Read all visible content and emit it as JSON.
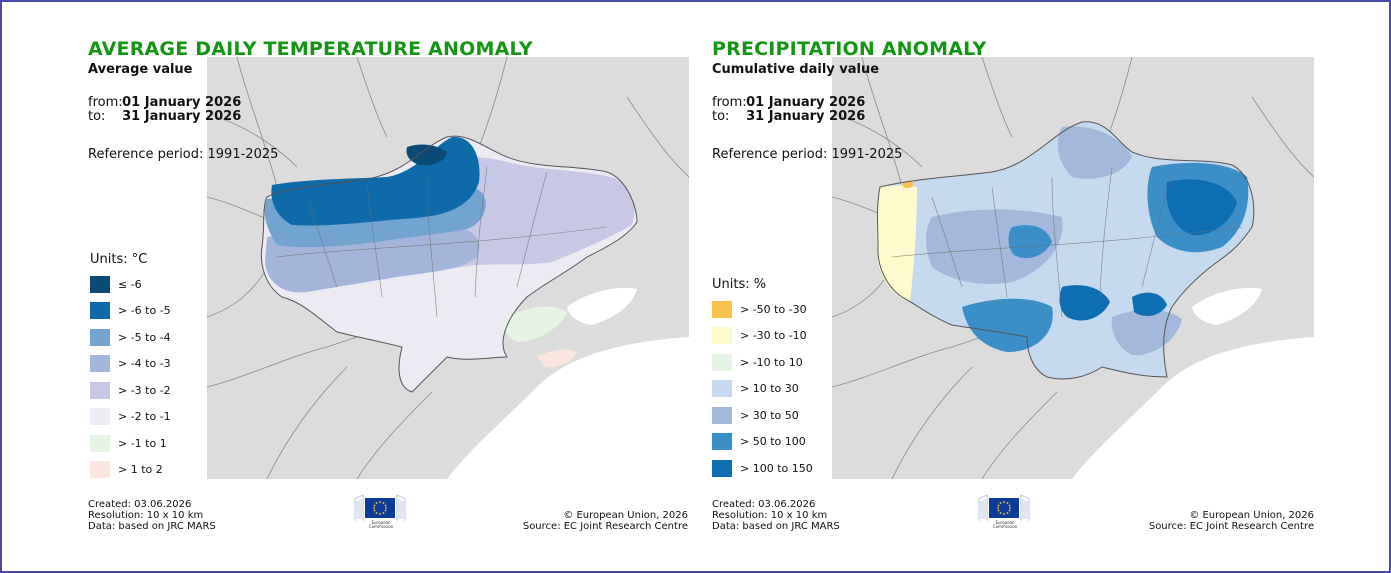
{
  "panels": [
    {
      "title": "AVERAGE DAILY TEMPERATURE ANOMALY",
      "subtitle": "Average value",
      "from_label": "from:",
      "from_value": "01 January 2026",
      "to_label": "to:",
      "to_value": "31 January 2026",
      "reference": "Reference period: 1991-2025",
      "units": "Units: °C",
      "legend": [
        {
          "label": "≤ -6",
          "color": "#0b4a74"
        },
        {
          "label": "> -6 to -5",
          "color": "#0e6aa8"
        },
        {
          "label": "> -5 to -4",
          "color": "#72a4cf"
        },
        {
          "label": "> -4 to -3",
          "color": "#a4b5dc"
        },
        {
          "label": "> -3 to -2",
          "color": "#c8c8e6"
        },
        {
          "label": "> -2 to -1",
          "color": "#ecebf4"
        },
        {
          "label": "> -1 to 1",
          "color": "#e6f4e6"
        },
        {
          "label": "> 1 to 2",
          "color": "#fae6df"
        }
      ],
      "created": "Created: 03.06.2026",
      "resolution": "Resolution: 10 x 10 km",
      "data_source": "Data: based on JRC MARS",
      "copyright": "© European Union, 2026",
      "source": "Source: EC Joint Research Centre",
      "logo_caption": "European Commission"
    },
    {
      "title": "PRECIPITATION ANOMALY",
      "subtitle": "Cumulative daily value",
      "from_label": "from:",
      "from_value": "01 January 2026",
      "to_label": "to:",
      "to_value": "31 January 2026",
      "reference": "Reference period: 1991-2025",
      "units": "Units: %",
      "legend": [
        {
          "label": "> -50 to -30",
          "color": "#fbc14d"
        },
        {
          "label": "> -30 to -10",
          "color": "#fdfbce"
        },
        {
          "label": "> -10 to 10",
          "color": "#e6f4e6"
        },
        {
          "label": "> 10 to 30",
          "color": "#c5d9ef"
        },
        {
          "label": "> 30 to 50",
          "color": "#a3b9dc"
        },
        {
          "label": "> 50 to 100",
          "color": "#3b8ec6"
        },
        {
          "label": "> 100 to 150",
          "color": "#0e6eb2"
        }
      ],
      "created": "Created: 03.06.2026",
      "resolution": "Resolution: 10 x 10 km",
      "data_source": "Data: based on JRC MARS",
      "copyright": "© European Union, 2026",
      "source": "Source: EC Joint Research Centre",
      "logo_caption": "European Commission"
    }
  ]
}
